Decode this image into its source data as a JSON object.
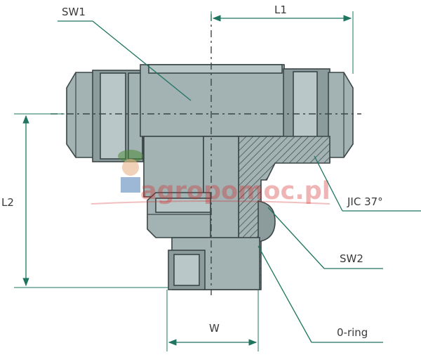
{
  "labels": {
    "sw1": "SW1",
    "l1": "L1",
    "l2": "L2",
    "jic": "JIC 37°",
    "sw2": "SW2",
    "w": "W",
    "oring": "0-ring"
  },
  "watermark": {
    "text": "agropomoc.pl",
    "color": "#d22a2a"
  },
  "colors": {
    "steel": "#a3b2b3",
    "leader": "#1f7560",
    "outline": "#3b4647"
  }
}
